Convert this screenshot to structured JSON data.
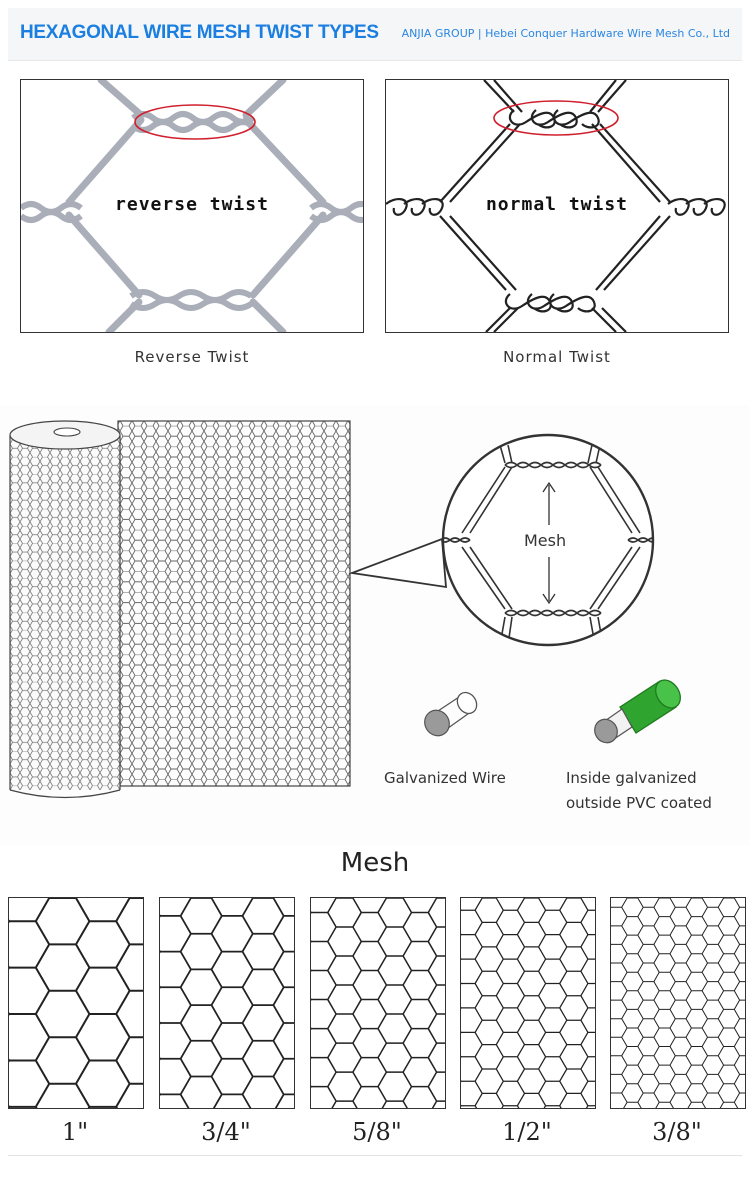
{
  "header": {
    "title": "HEXAGONAL WIRE MESH TWIST TYPES",
    "company": "ANJIA GROUP | Hebei Conquer Hardware Wire Mesh Co., Ltd"
  },
  "twist_types": [
    {
      "label": "reverse twist",
      "caption": "Reverse Twist"
    },
    {
      "label": "normal twist",
      "caption": "Normal Twist"
    }
  ],
  "diagram": {
    "mesh_label": "Mesh",
    "wire_types": [
      {
        "label_lines": [
          "Galvanized Wire"
        ],
        "color": "#9a9a9a"
      },
      {
        "label_lines": [
          "Inside galvanized",
          "outside PVC coated"
        ],
        "color": "#2fa52f"
      }
    ]
  },
  "mesh_sizes": {
    "title": "Mesh",
    "items": [
      {
        "size": "1\"",
        "cells_across": 3
      },
      {
        "size": "3/4\"",
        "cells_across": 4
      },
      {
        "size": "5/8\"",
        "cells_across": 5
      },
      {
        "size": "1/2\"",
        "cells_across": 6
      },
      {
        "size": "3/8\"",
        "cells_across": 8
      }
    ]
  }
}
